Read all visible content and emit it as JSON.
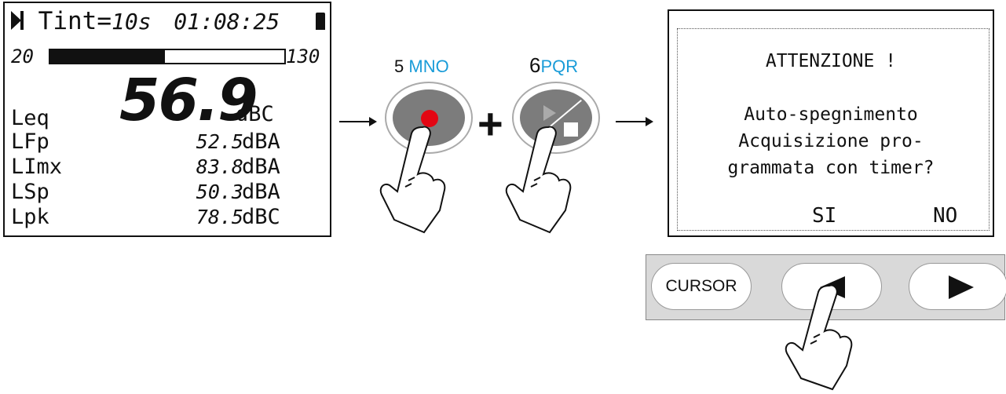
{
  "lcd": {
    "tint_label": "Tint=",
    "tint_value": "10s",
    "clock": "01:08:25",
    "scale_min": "20",
    "scale_max": "130",
    "bar_fill": 0.49,
    "main_value": "56.9",
    "main_param": "Leq",
    "main_unit": "dBC",
    "rows": [
      {
        "param": "LFp",
        "value": "52.5",
        "unit": "dBA"
      },
      {
        "param": "LImx",
        "value": "83.8",
        "unit": "dBA"
      },
      {
        "param": "LSp",
        "value": "50.3",
        "unit": "dBA"
      },
      {
        "param": "Lpk",
        "value": "78.5",
        "unit": "dBC"
      }
    ]
  },
  "keys": {
    "key1_num": "5",
    "key1_letters": "MNO",
    "key2_num": "6",
    "key2_letters": "PQR",
    "plus": "+",
    "accent_color": "#1a9cd8",
    "record_color": "#e30613"
  },
  "dialog": {
    "title": "ATTENZIONE !",
    "line1": "Auto-spegnimento",
    "line2": "Acquisizione pro-",
    "line3": "grammata con timer?",
    "yes": "SI",
    "no": "NO"
  },
  "cursor_strip": {
    "cursor_label": "CURSOR",
    "left_icon": "arrow-left-icon",
    "right_icon": "arrow-right-icon"
  }
}
